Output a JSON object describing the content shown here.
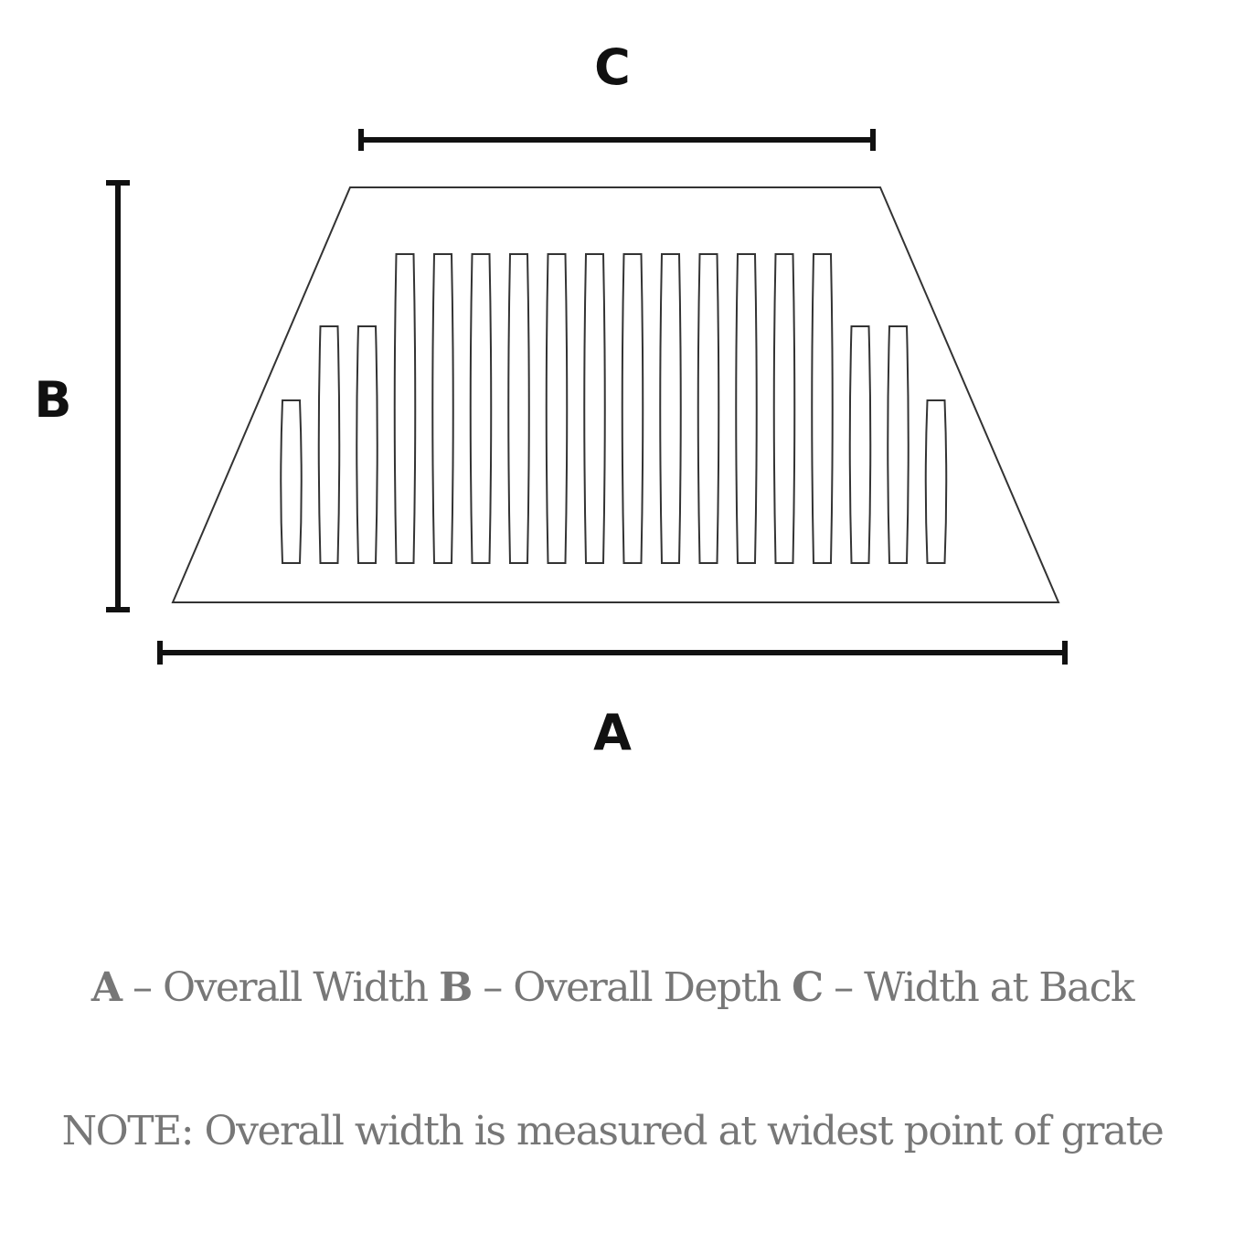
{
  "labels": {
    "a": "A",
    "b": "B",
    "c": "C"
  },
  "legend": {
    "a_key": "A",
    "a_text": " – Overall Width ",
    "b_key": "B",
    "b_text": " – Overall Depth ",
    "c_key": "C",
    "c_text": " – Width at Back"
  },
  "note": "NOTE: Overall width is measured at widest point of grate",
  "grate": {
    "slot_count": 18,
    "slot_tiers": [
      1,
      2,
      2,
      3,
      3,
      3,
      3,
      3,
      3,
      3,
      3,
      3,
      3,
      3,
      3,
      2,
      2,
      1
    ]
  },
  "colors": {
    "line": "#111111",
    "outline": "#333333",
    "text": "#777777"
  }
}
